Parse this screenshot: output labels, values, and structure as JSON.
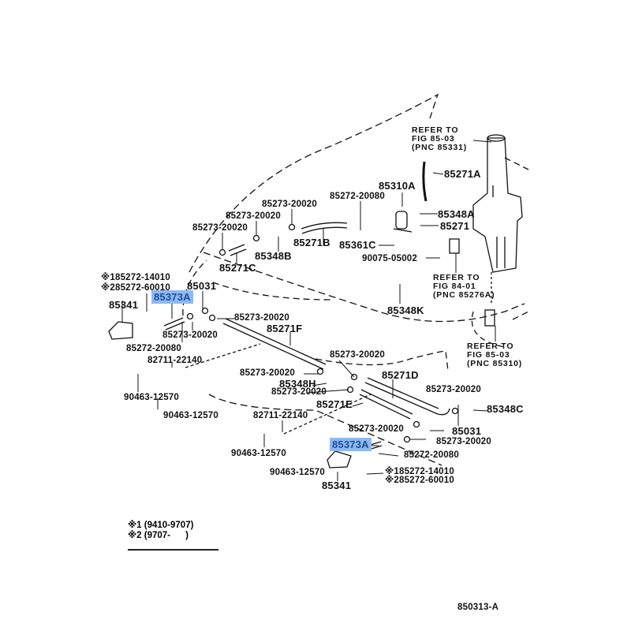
{
  "diagram_id": "850313-A",
  "highlight_color": "#8fb8f0",
  "notes": {
    "tank": [
      "REFER TO",
      "FIG 85-03",
      "(PNC 85331)"
    ],
    "switch": [
      "REFER TO",
      "FIG 84-01",
      "(PNC 85276A)"
    ],
    "pump": [
      "REFER TO",
      "FIG 85-03",
      "(PNC 85310)"
    ]
  },
  "labels": [
    "85271A",
    "85310A",
    "85272-20080",
    "85273-20020",
    "85273-20020",
    "85273-20020",
    "85348A",
    "85271",
    "85271B",
    "85361C",
    "85348B",
    "90075-05002",
    "85271C",
    "※185272-14010",
    "※285272-60010",
    "85031",
    "85373A",
    "85341",
    "85348K",
    "85273-20020",
    "85271F",
    "85273-20020",
    "85272-20080",
    "82711-22140",
    "85273-20020",
    "85271D",
    "85273-20020",
    "85348H",
    "85273-20020",
    "85273-20020",
    "90463-12570",
    "85271E",
    "85348C",
    "90463-12570",
    "82711-22140",
    "85273-20020",
    "85031",
    "85373A",
    "85273-20020",
    "90463-12570",
    "85272-20080",
    "90463-12570",
    "※185272-14010",
    "※285272-60010",
    "85341"
  ],
  "footnotes": [
    "※1 (9410-9707)",
    "※2 (9707-      )"
  ]
}
